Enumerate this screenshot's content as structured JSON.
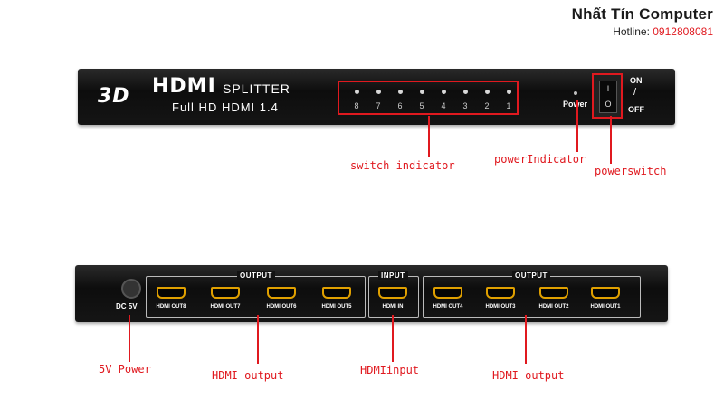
{
  "brand": {
    "logo_text": "Nhất Tín Computer",
    "hotline_label": "Hotline:",
    "hotline_number": "0912808081"
  },
  "front_panel": {
    "logo_3d": "3D",
    "logo_hdmi": "HDMI",
    "logo_splitter": "SPLITTER",
    "logo_subtitle": "Full HD HDMI 1.4",
    "leds": [
      "8",
      "7",
      "6",
      "5",
      "4",
      "3",
      "2",
      "1"
    ],
    "power_label": "Power",
    "switch_on_symbol": "I",
    "switch_off_symbol": "O",
    "on_label": "ON",
    "off_label": "OFF"
  },
  "back_panel": {
    "dc_label": "DC 5V",
    "output_label": "OUTPUT",
    "input_label": "INPUT",
    "left_ports": [
      "HDMI OUT8",
      "HDMI OUT7",
      "HDMI OUT6",
      "HDMI OUT5"
    ],
    "input_port": "HDMI IN",
    "right_ports": [
      "HDMI OUT4",
      "HDMI OUT3",
      "HDMI OUT2",
      "HDMI OUT1"
    ]
  },
  "callouts": {
    "switch_indicator": "switch indicator",
    "power_indicator": "powerIndicator",
    "power_switch": "powerswitch",
    "power_5v": "5V Power",
    "hdmi_output_left": "HDMI output",
    "hdmi_input": "HDMIinput",
    "hdmi_output_right": "HDMI output"
  },
  "colors": {
    "accent": "#e0191f",
    "device": "#151515",
    "port_border": "#e0a000"
  }
}
